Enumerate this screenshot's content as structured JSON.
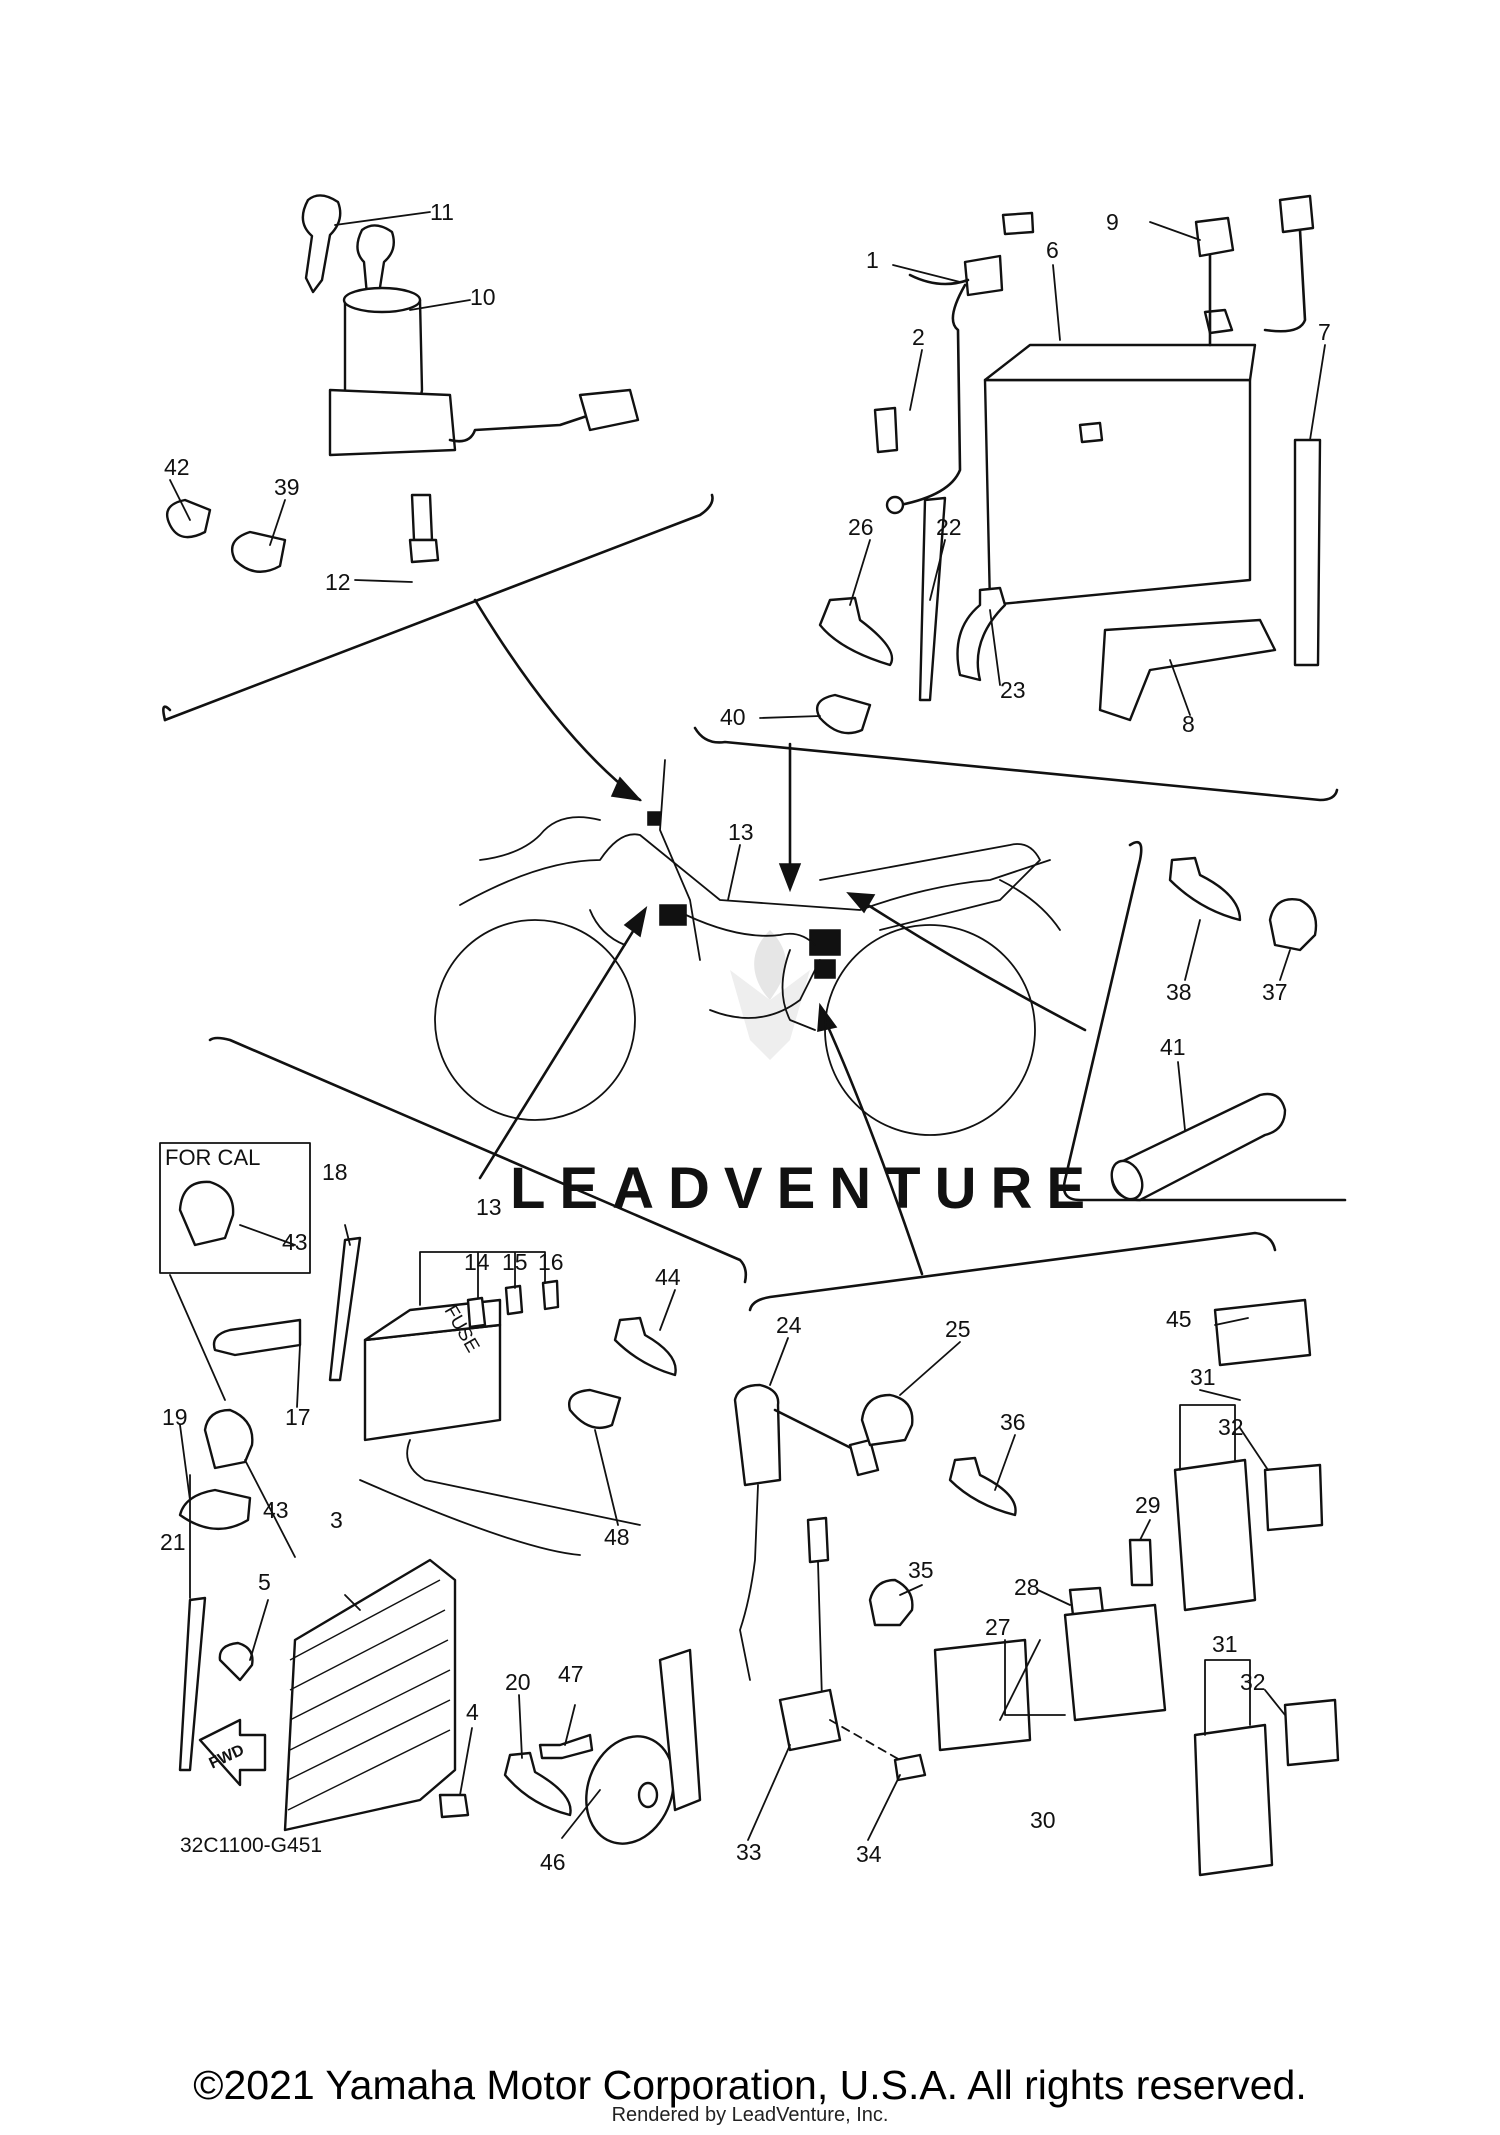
{
  "diagram": {
    "code": "32C1100-G451",
    "for_cal_label": "FOR CAL",
    "fwd_label": "FWD",
    "fuse_label": "FUSE",
    "watermark": "LEADVENTURE",
    "callouts": {
      "c1": "1",
      "c2": "2",
      "c3": "3",
      "c4": "4",
      "c5": "5",
      "c6": "6",
      "c7": "7",
      "c8": "8",
      "c9": "9",
      "c10": "10",
      "c11": "11",
      "c12": "12",
      "c13a": "13",
      "c13b": "13",
      "c14": "14",
      "c15": "15",
      "c16": "16",
      "c17": "17",
      "c18": "18",
      "c19": "19",
      "c20": "20",
      "c21": "21",
      "c22": "22",
      "c23": "23",
      "c24": "24",
      "c25": "25",
      "c26": "26",
      "c27": "27",
      "c28": "28",
      "c29": "29",
      "c30": "30",
      "c31a": "31",
      "c31b": "31",
      "c32a": "32",
      "c32b": "32",
      "c33": "33",
      "c34": "34",
      "c35": "35",
      "c36": "36",
      "c37": "37",
      "c38": "38",
      "c39": "39",
      "c40": "40",
      "c41": "41",
      "c42": "42",
      "c43a": "43",
      "c43b": "43",
      "c44": "44",
      "c45": "45",
      "c46": "46",
      "c47": "47",
      "c48": "48"
    }
  },
  "footer": {
    "copyright": "©2021 Yamaha Motor Corporation, U.S.A. All rights reserved.",
    "rendered_by": "Rendered by LeadVenture, Inc."
  }
}
